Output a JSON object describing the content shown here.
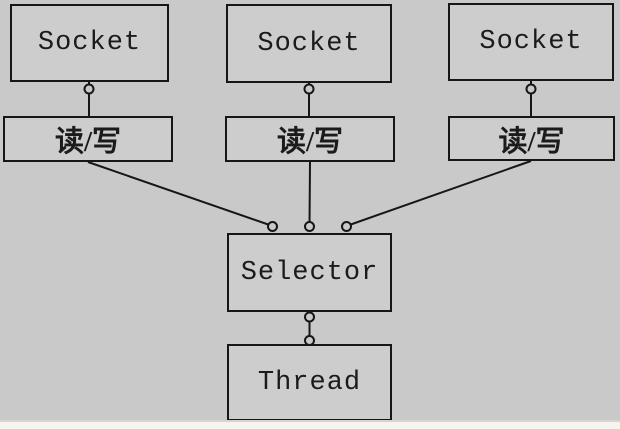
{
  "diagram": {
    "columns": [
      {
        "socket_label": "Socket",
        "rw_label": "读/写"
      },
      {
        "socket_label": "Socket",
        "rw_label": "读/写"
      },
      {
        "socket_label": "Socket",
        "rw_label": "读/写"
      }
    ],
    "selector_label": "Selector",
    "thread_label": "Thread",
    "colors": {
      "background": "#c9c9c9",
      "box_fill": "#cdcdcd",
      "border": "#161616",
      "text": "#1b1b1b",
      "bottom_strip": "#f5f4f1"
    }
  }
}
